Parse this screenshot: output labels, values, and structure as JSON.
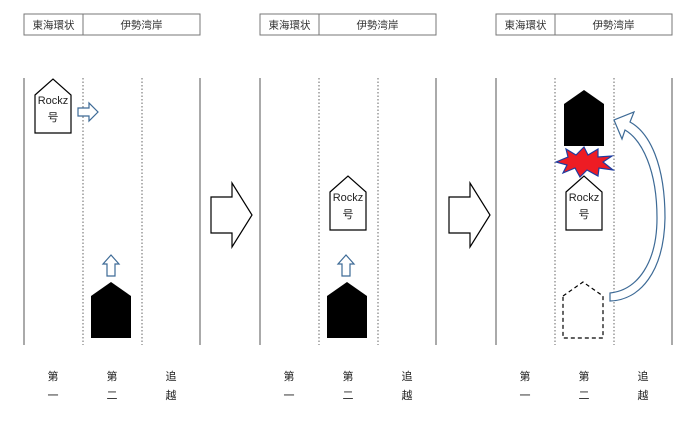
{
  "panels": [
    {
      "header": {
        "left": "東海環状",
        "right": "伊勢湾岸"
      },
      "lanes": [
        {
          "line1": "第",
          "line2": "一"
        },
        {
          "line1": "第",
          "line2": "二"
        },
        {
          "line1": "追",
          "line2": "越"
        }
      ],
      "car": {
        "line1": "Rockz",
        "line2": "号"
      }
    },
    {
      "header": {
        "left": "東海環状",
        "right": "伊勢湾岸"
      },
      "lanes": [
        {
          "line1": "第",
          "line2": "一"
        },
        {
          "line1": "第",
          "line2": "二"
        },
        {
          "line1": "追",
          "line2": "越"
        }
      ],
      "car": {
        "line1": "Rockz",
        "line2": "号"
      }
    },
    {
      "header": {
        "left": "東海環状",
        "right": "伊勢湾岸"
      },
      "lanes": [
        {
          "line1": "第",
          "line2": "一"
        },
        {
          "line1": "第",
          "line2": "二"
        },
        {
          "line1": "追",
          "line2": "越"
        }
      ],
      "car": {
        "line1": "Rockz",
        "line2": "号"
      }
    }
  ],
  "colors": {
    "arrow_outline": "#3d6a96",
    "collision_red": "#ee1c24",
    "collision_blue": "#1e3ca0",
    "black_car": "#000000"
  }
}
